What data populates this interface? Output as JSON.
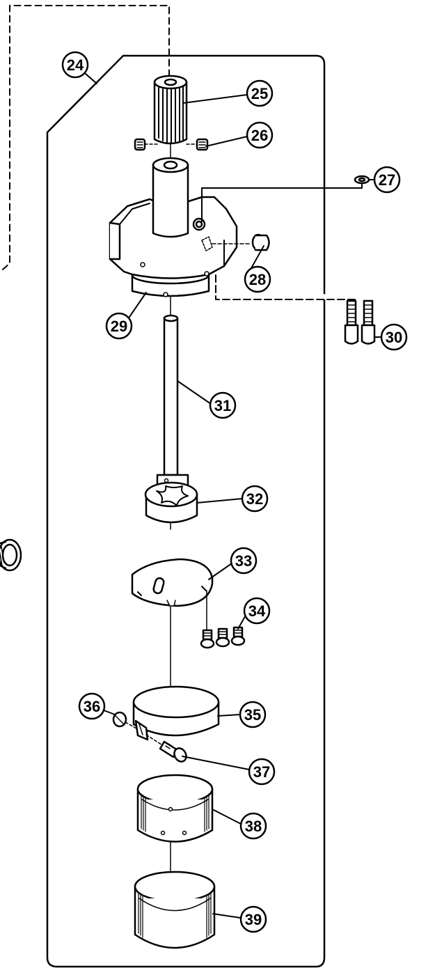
{
  "diagram": {
    "type": "exploded-parts-view",
    "colors": {
      "line": "#000000",
      "background": "#ffffff",
      "part_fill": "#ffffff"
    },
    "callouts": {
      "c24": "24",
      "c25": "25",
      "c26": "26",
      "c27": "27",
      "c28": "28",
      "c29": "29",
      "c30": "30",
      "c31": "31",
      "c32": "32",
      "c33": "33",
      "c34": "34",
      "c35": "35",
      "c36": "36",
      "c37": "37",
      "c38": "38",
      "c39": "39"
    }
  }
}
